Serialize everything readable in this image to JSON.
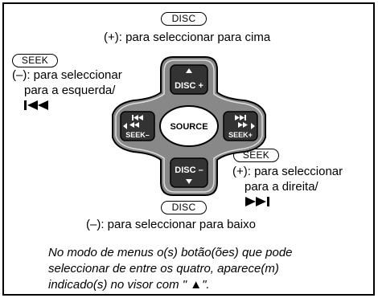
{
  "disc_top": {
    "key": "DISC",
    "text": "(+): para seleccionar para cima"
  },
  "seek_left": {
    "key": "SEEK",
    "line1": "(–): para seleccionar",
    "line2": "para a esquerda/",
    "glyph": "⏮"
  },
  "seek_right": {
    "key": "SEEK",
    "line1": "(+): para seleccionar",
    "line2": "para a direita/",
    "glyph": "⏭"
  },
  "disc_bottom": {
    "key": "DISC",
    "text": "(–): para seleccionar para baixo"
  },
  "pad": {
    "center": "SOURCE",
    "up_label": "DISC +",
    "down_label": "DISC –",
    "left_label": "SEEK–",
    "right_label": "SEEK+"
  },
  "note": {
    "line1": "No modo de menus o(s) botão(ões) que pode",
    "line2": "seleccionar de entre os quatro, aparece(m)",
    "line3": "indicado(s) no visor com \" ▲\"."
  }
}
